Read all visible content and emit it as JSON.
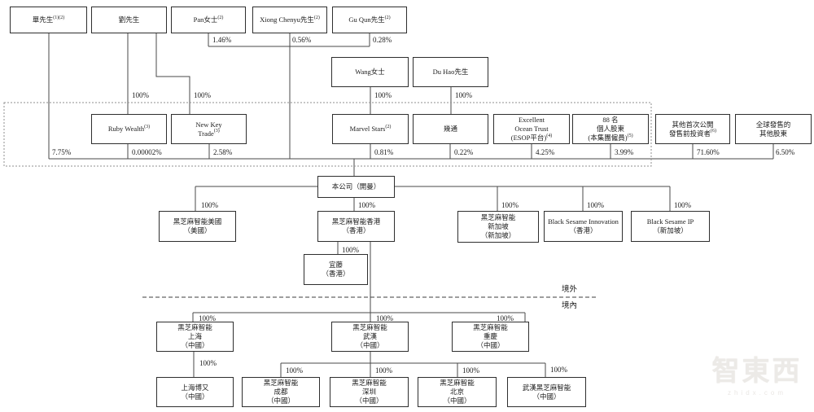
{
  "diagram": {
    "type": "org-shareholding-structure",
    "region_labels": {
      "offshore": "境外",
      "onshore": "境內"
    },
    "watermark": {
      "logo_text": "智東西",
      "subtext": "zhidx.com"
    },
    "nodes": [
      {
        "id": "shan",
        "lines": [
          {
            "t": "單先生",
            "s": "(1)(2)"
          }
        ]
      },
      {
        "id": "liu",
        "lines": [
          {
            "t": "劉先生"
          }
        ]
      },
      {
        "id": "pan",
        "lines": [
          {
            "t": "Pan女士",
            "s": "(2)"
          }
        ]
      },
      {
        "id": "xiong",
        "lines": [
          {
            "t": "Xiong Chenyu先生",
            "s": "(2)"
          }
        ]
      },
      {
        "id": "gu",
        "lines": [
          {
            "t": "Gu Qun先生",
            "s": "(2)"
          }
        ]
      },
      {
        "id": "wang",
        "lines": [
          {
            "t": "Wang女士"
          }
        ]
      },
      {
        "id": "duhao",
        "lines": [
          {
            "t": "Du Hao先生"
          }
        ]
      },
      {
        "id": "ruby",
        "lines": [
          {
            "t": "Ruby Wealth",
            "s": "(3)"
          }
        ]
      },
      {
        "id": "newkey",
        "lines": [
          {
            "t": "New Key"
          },
          {
            "t": "Trade",
            "s": "(3)"
          }
        ]
      },
      {
        "id": "marvel",
        "lines": [
          {
            "t": "Marvel Stars",
            "s": "(2)"
          }
        ]
      },
      {
        "id": "jitong",
        "lines": [
          {
            "t": "幾通"
          }
        ]
      },
      {
        "id": "eot",
        "lines": [
          {
            "t": "Excellent"
          },
          {
            "t": "Ocean Trust"
          },
          {
            "t": "(ESOP平台)",
            "s": "(4)"
          }
        ]
      },
      {
        "id": "individuals",
        "lines": [
          {
            "t": "88 名"
          },
          {
            "t": "個人股東"
          },
          {
            "t": "(本集團僱員)",
            "s": "(5)"
          }
        ]
      },
      {
        "id": "otherpre",
        "lines": [
          {
            "t": "其他首次公開"
          },
          {
            "t": "發售前投資者",
            "s": "(6)"
          }
        ]
      },
      {
        "id": "global",
        "lines": [
          {
            "t": "全球發售的"
          },
          {
            "t": "其他股東"
          }
        ]
      },
      {
        "id": "company",
        "lines": [
          {
            "t": "本公司（開曼）"
          }
        ]
      },
      {
        "id": "us",
        "lines": [
          {
            "t": "黑芝麻智能美國"
          },
          {
            "t": "（美國）"
          }
        ]
      },
      {
        "id": "hk",
        "lines": [
          {
            "t": "黑芝麻智能香港"
          },
          {
            "t": "（香港）"
          }
        ]
      },
      {
        "id": "sg",
        "lines": [
          {
            "t": "黑芝麻智能"
          },
          {
            "t": "新加坡"
          },
          {
            "t": "（新加坡）"
          }
        ]
      },
      {
        "id": "inno",
        "lines": [
          {
            "t": "Black Sesame Innovation"
          },
          {
            "t": "（香港）"
          }
        ]
      },
      {
        "id": "ip",
        "lines": [
          {
            "t": "Black Sesame IP"
          },
          {
            "t": "（新加坡）"
          }
        ]
      },
      {
        "id": "yiteng",
        "lines": [
          {
            "t": "宜藤"
          },
          {
            "t": "（香港）"
          }
        ]
      },
      {
        "id": "shanghai",
        "lines": [
          {
            "t": "黑芝麻智能"
          },
          {
            "t": "上海"
          },
          {
            "t": "（中國）"
          }
        ]
      },
      {
        "id": "wuhan",
        "lines": [
          {
            "t": "黑芝麻智能"
          },
          {
            "t": "武漢"
          },
          {
            "t": "（中國）"
          }
        ]
      },
      {
        "id": "chongqing",
        "lines": [
          {
            "t": "黑芝麻智能"
          },
          {
            "t": "重慶"
          },
          {
            "t": "（中國）"
          }
        ]
      },
      {
        "id": "boyou",
        "lines": [
          {
            "t": "上海博又"
          },
          {
            "t": "（中國）"
          }
        ]
      },
      {
        "id": "chengdu",
        "lines": [
          {
            "t": "黑芝麻智能"
          },
          {
            "t": "成都"
          },
          {
            "t": "（中國）"
          }
        ]
      },
      {
        "id": "shenzhen",
        "lines": [
          {
            "t": "黑芝麻智能"
          },
          {
            "t": "深圳"
          },
          {
            "t": "（中國）"
          }
        ]
      },
      {
        "id": "beijing",
        "lines": [
          {
            "t": "黑芝麻智能"
          },
          {
            "t": "北京"
          },
          {
            "t": "（中國）"
          }
        ]
      },
      {
        "id": "wuhanbs",
        "lines": [
          {
            "t": "武漢黑芝麻智能"
          },
          {
            "t": "（中國）"
          }
        ]
      }
    ],
    "ownership_labels": [
      {
        "id": "l_pan",
        "text": "1.46%",
        "from": "pan",
        "to": "company"
      },
      {
        "id": "l_xiong",
        "text": "0.56%",
        "from": "xiong",
        "to": "company"
      },
      {
        "id": "l_gu",
        "text": "0.28%",
        "from": "gu",
        "to": "company"
      },
      {
        "id": "l_ruby100",
        "text": "100%",
        "from": "liu",
        "to": "ruby"
      },
      {
        "id": "l_nk100",
        "text": "100%",
        "from": "liu",
        "to": "newkey"
      },
      {
        "id": "l_wang100",
        "text": "100%",
        "from": "wang",
        "to": "marvel"
      },
      {
        "id": "l_du100",
        "text": "100%",
        "from": "duhao",
        "to": "jitong"
      },
      {
        "id": "l_shan775",
        "text": "7.75%",
        "from": "shan",
        "to": "company"
      },
      {
        "id": "l_ruby_b",
        "text": "0.00002%",
        "from": "ruby",
        "to": "company"
      },
      {
        "id": "l_nk_b",
        "text": "2.58%",
        "from": "newkey",
        "to": "company"
      },
      {
        "id": "l_marvel_b",
        "text": "0.81%",
        "from": "marvel",
        "to": "company"
      },
      {
        "id": "l_jitong_b",
        "text": "0.22%",
        "from": "jitong",
        "to": "company"
      },
      {
        "id": "l_eot_b",
        "text": "4.25%",
        "from": "eot",
        "to": "company"
      },
      {
        "id": "l_ind_b",
        "text": "3.99%",
        "from": "individuals",
        "to": "company"
      },
      {
        "id": "l_other_b",
        "text": "71.60%",
        "from": "otherpre",
        "to": "company"
      },
      {
        "id": "l_global_b",
        "text": "6.50%",
        "from": "global",
        "to": "company"
      },
      {
        "id": "l_us100",
        "text": "100%",
        "from": "company",
        "to": "us"
      },
      {
        "id": "l_hk100",
        "text": "100%",
        "from": "company",
        "to": "hk"
      },
      {
        "id": "l_sg100",
        "text": "100%",
        "from": "company",
        "to": "sg"
      },
      {
        "id": "l_inno100",
        "text": "100%",
        "from": "company",
        "to": "inno"
      },
      {
        "id": "l_ip100",
        "text": "100%",
        "from": "company",
        "to": "ip"
      },
      {
        "id": "l_yiteng100",
        "text": "100%",
        "from": "hk",
        "to": "yiteng"
      },
      {
        "id": "l_sh100",
        "text": "100%",
        "from": "hk",
        "to": "shanghai"
      },
      {
        "id": "l_wh100",
        "text": "100%",
        "from": "hk",
        "to": "wuhan"
      },
      {
        "id": "l_cq100",
        "text": "100%",
        "from": "hk",
        "to": "chongqing"
      },
      {
        "id": "l_boyou100",
        "text": "100%",
        "from": "shanghai",
        "to": "boyou"
      },
      {
        "id": "l_cd100",
        "text": "100%",
        "from": "wuhan",
        "to": "chengdu"
      },
      {
        "id": "l_sz100",
        "text": "100%",
        "from": "wuhan",
        "to": "shenzhen"
      },
      {
        "id": "l_bj100",
        "text": "100%",
        "from": "wuhan",
        "to": "beijing"
      },
      {
        "id": "l_whbs100",
        "text": "100%",
        "from": "wuhan",
        "to": "wuhanbs"
      }
    ]
  }
}
